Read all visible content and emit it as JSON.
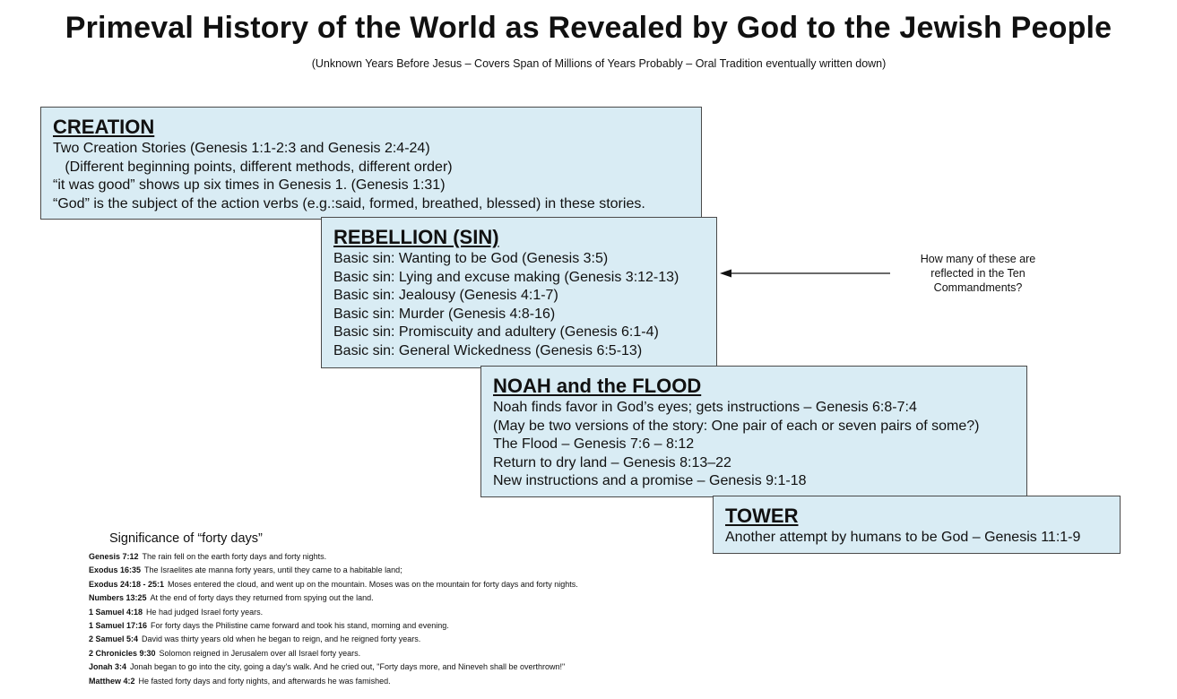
{
  "page": {
    "title": "Primeval History of the World as Revealed by God to the Jewish People",
    "subtitle": "(Unknown Years Before Jesus – Covers Span of Millions of Years Probably – Oral Tradition eventually written down)"
  },
  "boxes": {
    "creation": {
      "heading": "CREATION",
      "lines": [
        "Two Creation Stories (Genesis 1:1-2:3 and Genesis 2:4-24)",
        "   (Different beginning points, different methods, different order)",
        "“it was good” shows up six times in Genesis 1. (Genesis 1:31)",
        "“God” is the subject of the action verbs (e.g.:said, formed, breathed, blessed) in these stories."
      ]
    },
    "rebellion": {
      "heading": "REBELLION (SIN)",
      "lines": [
        "Basic sin: Wanting to be God (Genesis 3:5)",
        "Basic sin: Lying and excuse making (Genesis 3:12-13)",
        "Basic sin: Jealousy (Genesis 4:1-7)",
        "Basic sin: Murder (Genesis 4:8-16)",
        "Basic sin: Promiscuity and adultery (Genesis 6:1-4)",
        "Basic sin: General Wickedness (Genesis 6:5-13)"
      ]
    },
    "noah": {
      "heading": "NOAH and the FLOOD",
      "lines": [
        "Noah finds favor in God’s eyes; gets instructions – Genesis 6:8-7:4",
        "(May be two versions of the story: One pair of each or seven pairs of some?)",
        "The Flood – Genesis 7:6 – 8:12",
        "Return to dry land – Genesis 8:13–22",
        "New instructions and a promise – Genesis 9:1-18"
      ]
    },
    "tower": {
      "heading": "TOWER",
      "lines": [
        "Another attempt by humans to be God – Genesis 11:1-9"
      ]
    }
  },
  "annotation": {
    "text": "How many of these are reflected in the Ten Commandments?"
  },
  "forty_days": {
    "heading": "Significance of “forty days”",
    "items": [
      {
        "ref": "Genesis 7:12",
        "text": "The rain fell on the earth forty days and forty nights."
      },
      {
        "ref": "Exodus 16:35",
        "text": "The Israelites ate manna forty years, until they came to a habitable land;"
      },
      {
        "ref": "Exodus 24:18 - 25:1",
        "text": "Moses entered the cloud, and went up on the mountain. Moses was on the mountain for forty days and forty nights."
      },
      {
        "ref": "Numbers 13:25",
        "text": "At the end of forty days they returned from spying out the land."
      },
      {
        "ref": "1 Samuel 4:18",
        "text": "He had judged Israel forty years."
      },
      {
        "ref": "1 Samuel 17:16",
        "text": "For forty days the Philistine came forward and took his stand, morning and evening."
      },
      {
        "ref": "2 Samuel 5:4",
        "text": "David was thirty years old when he began to reign, and he reigned forty years."
      },
      {
        "ref": "2 Chronicles 9:30",
        "text": "Solomon reigned in Jerusalem over all Israel forty years."
      },
      {
        "ref": "Jonah 3:4",
        "text": "Jonah began to go into the city, going a day's walk. And he cried out, \"Forty days more, and Nineveh shall be overthrown!\""
      },
      {
        "ref": "Matthew 4:2",
        "text": "He fasted forty days and forty nights, and afterwards he was famished."
      }
    ]
  },
  "colors": {
    "box_fill": "#d9ecf4",
    "box_border": "#4a4a4a",
    "text": "#111111"
  }
}
